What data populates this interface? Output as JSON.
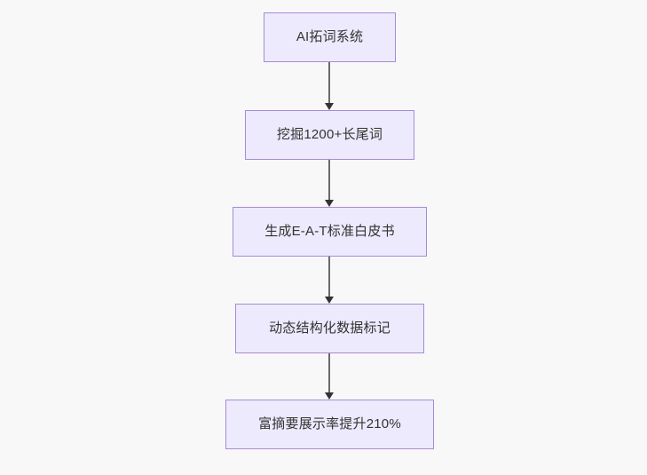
{
  "diagram": {
    "type": "flowchart",
    "direction": "top-to-bottom",
    "background_color": "#f8f8f8",
    "node_fill_color": "#eceafc",
    "node_border_color": "#a78bd8",
    "node_text_color": "#333333",
    "edge_color": "#6b6b6b",
    "arrowhead_color": "#333333",
    "nodes": [
      {
        "id": "n1",
        "label": "AI拓词系统"
      },
      {
        "id": "n2",
        "label": "挖掘1200+长尾词"
      },
      {
        "id": "n3",
        "label": "生成E-A-T标准白皮书"
      },
      {
        "id": "n4",
        "label": "动态结构化数据标记"
      },
      {
        "id": "n5",
        "label": "富摘要展示率提升210%"
      }
    ],
    "edges": [
      {
        "from": "n1",
        "to": "n2",
        "label": ""
      },
      {
        "from": "n2",
        "to": "n3",
        "label": ""
      },
      {
        "from": "n3",
        "to": "n4",
        "label": ""
      },
      {
        "from": "n4",
        "to": "n5",
        "label": ""
      }
    ]
  }
}
